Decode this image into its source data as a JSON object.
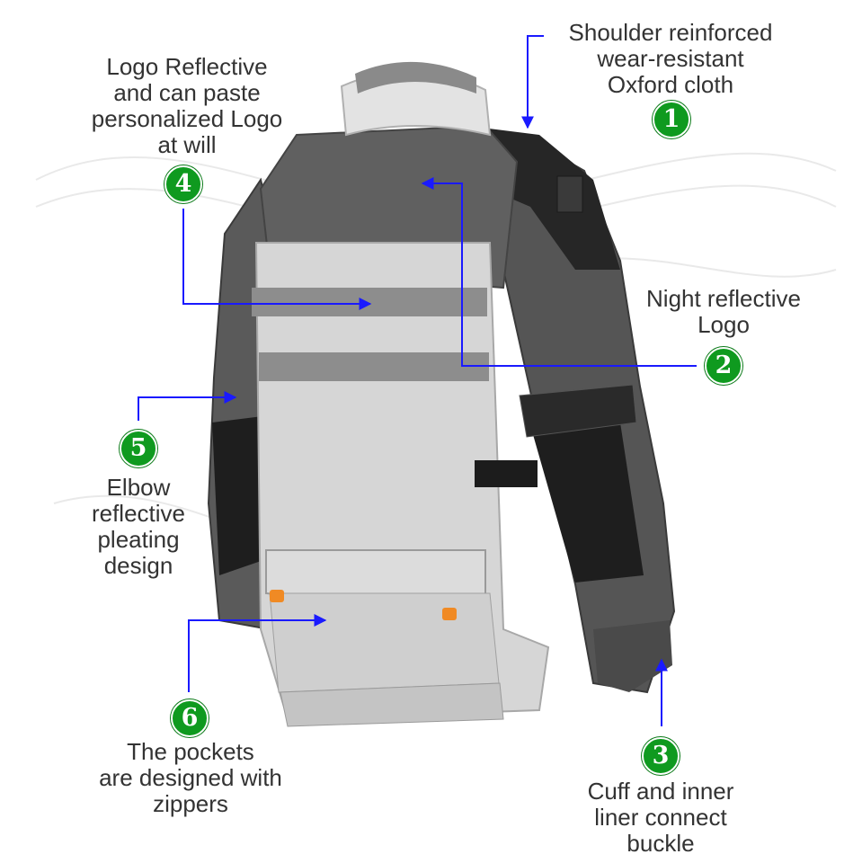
{
  "colors": {
    "badge": "#0f9a1f",
    "arrow": "#1a1aff",
    "text": "#333333",
    "jacket_dark": "#555555",
    "jacket_light": "#d8d8d8",
    "jacket_black": "#1e1e1e",
    "buckle_orange": "#f08a24"
  },
  "callouts": [
    {
      "number": "1",
      "lines": [
        "Shoulder reinforced",
        "wear-resistant",
        "Oxford cloth"
      ]
    },
    {
      "number": "2",
      "lines": [
        "Night reflective",
        "Logo"
      ]
    },
    {
      "number": "3",
      "lines": [
        "Cuff and inner",
        "liner connect",
        "buckle"
      ]
    },
    {
      "number": "4",
      "lines": [
        "Logo Reflective",
        "and can paste",
        "personalized Logo",
        "at will"
      ]
    },
    {
      "number": "5",
      "lines": [
        "Elbow",
        "reflective",
        "pleating",
        "design"
      ]
    },
    {
      "number": "6",
      "lines": [
        "The pockets",
        "are designed with",
        "zippers"
      ]
    }
  ]
}
